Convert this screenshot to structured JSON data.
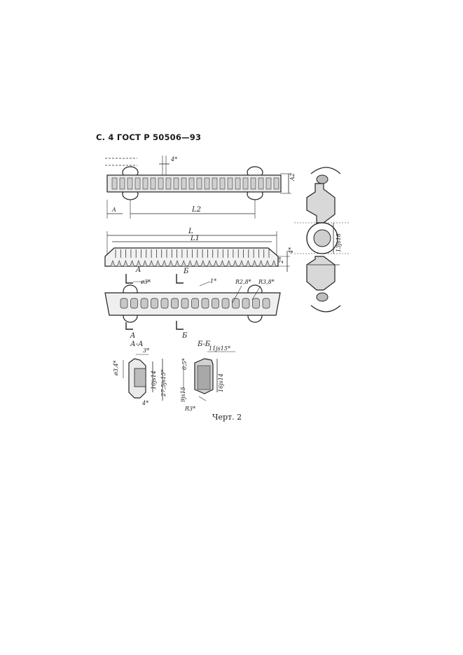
{
  "page": {
    "header": "С. 4 ГОСТ Р 50506—93",
    "caption": "Черт. 2"
  },
  "labels": {
    "dim_4_top": "4*",
    "dim_A2": "A2",
    "dim_A": "A",
    "dim_L2": "L2",
    "dim_L": "L",
    "dim_L1": "L1",
    "dim_2": "2*",
    "dim_4_side": "4*",
    "section_A_upper": "A",
    "section_B_upper": "Б",
    "section_A_lower": "A",
    "section_B_lower": "Б",
    "dim_d3": "ø3*",
    "dim_1": "1*",
    "dim_R28": "R2,8*",
    "dim_R38": "R3,8*",
    "dim_13js18": "13js18",
    "section_AA": "А-А",
    "dim_3": "3*",
    "dim_d34": "ø3,4*",
    "dim_10js14": "10js14",
    "dim_275js15": "27,5js15*",
    "dim_4_aa": "4*",
    "section_BB": "Б-Б",
    "dim_05": "0,5*",
    "dim_11js15": "11js15*",
    "dim_16js14": "16js14",
    "dim_9js15": "9js15",
    "dim_R3": "R3*"
  }
}
